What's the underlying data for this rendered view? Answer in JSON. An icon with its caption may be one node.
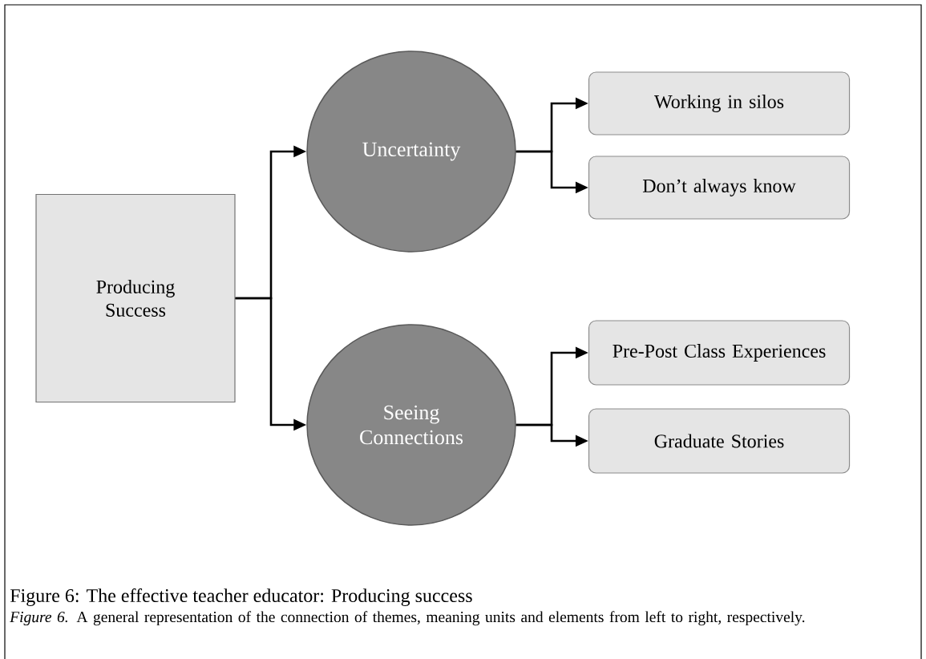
{
  "diagram": {
    "title": "Figure 6: The effective teacher educator: Producing success",
    "caption": "*Figure 6.* A general representation of the connection of themes, meaning units and elements from left to right, respectively.",
    "nodes": [
      {
        "text": [
          "Producing Success"
        ]
      },
      {
        "text": [
          "Uncertainty"
        ]
      },
      {
        "text": [
          "Working in silos"
        ]
      },
      {
        "text": [
          "Don’t always know"
        ]
      },
      {
        "text": [
          "Seeing Connections"
        ]
      },
      {
        "text": [
          "Pre-Post Class Experiences"
        ]
      },
      {
        "text": [
          "Graduate Stories"
        ]
      }
    ],
    "edges": [
      {
        "from": 0,
        "to": 1,
        "arrow": "to"
      },
      {
        "from": 0,
        "to": 4,
        "arrow": "to"
      },
      {
        "from": 1,
        "to": 2,
        "arrow": "to"
      },
      {
        "from": 1,
        "to": 3,
        "arrow": "to"
      },
      {
        "from": 4,
        "to": 5,
        "arrow": "to"
      },
      {
        "from": 4,
        "to": 6,
        "arrow": "to"
      }
    ]
  }
}
